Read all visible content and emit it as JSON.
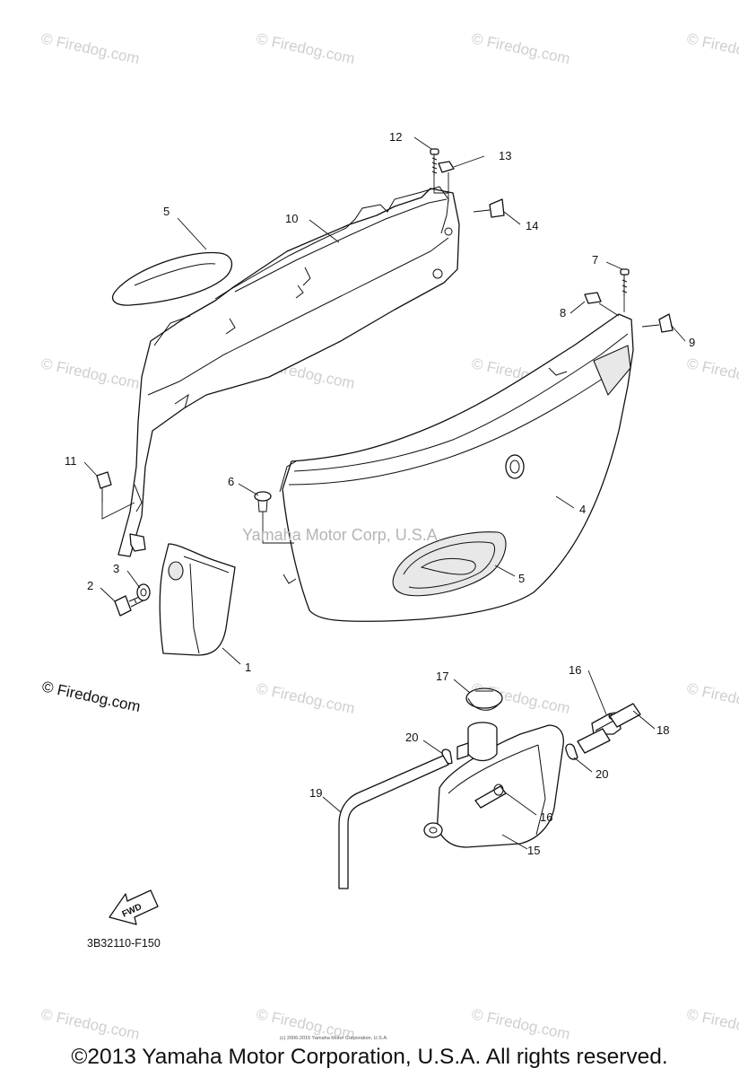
{
  "watermark": "© Firedog.com",
  "left_watermark": "© Firedog.com",
  "center_watermark": "Yamaha Motor Corp, U.S.A.",
  "diagram_code": "3B32110-F150",
  "fwd_label": "FWD",
  "copyright": "©2013 Yamaha Motor Corporation, U.S.A. All rights reserved.",
  "tiny_copyright": "(c) 2006-2015 Yamaha Motor Corporation, U.S.A.",
  "callouts": {
    "c1": "1",
    "c2": "2",
    "c3": "3",
    "c4": "4",
    "c5a": "5",
    "c5b": "5",
    "c6": "6",
    "c7": "7",
    "c8": "8",
    "c9": "9",
    "c10": "10",
    "c11": "11",
    "c12": "12",
    "c13": "13",
    "c14": "14",
    "c15": "15",
    "c16a": "16",
    "c16b": "16",
    "c17": "17",
    "c18": "18",
    "c19": "19",
    "c20a": "20",
    "c20b": "20"
  }
}
